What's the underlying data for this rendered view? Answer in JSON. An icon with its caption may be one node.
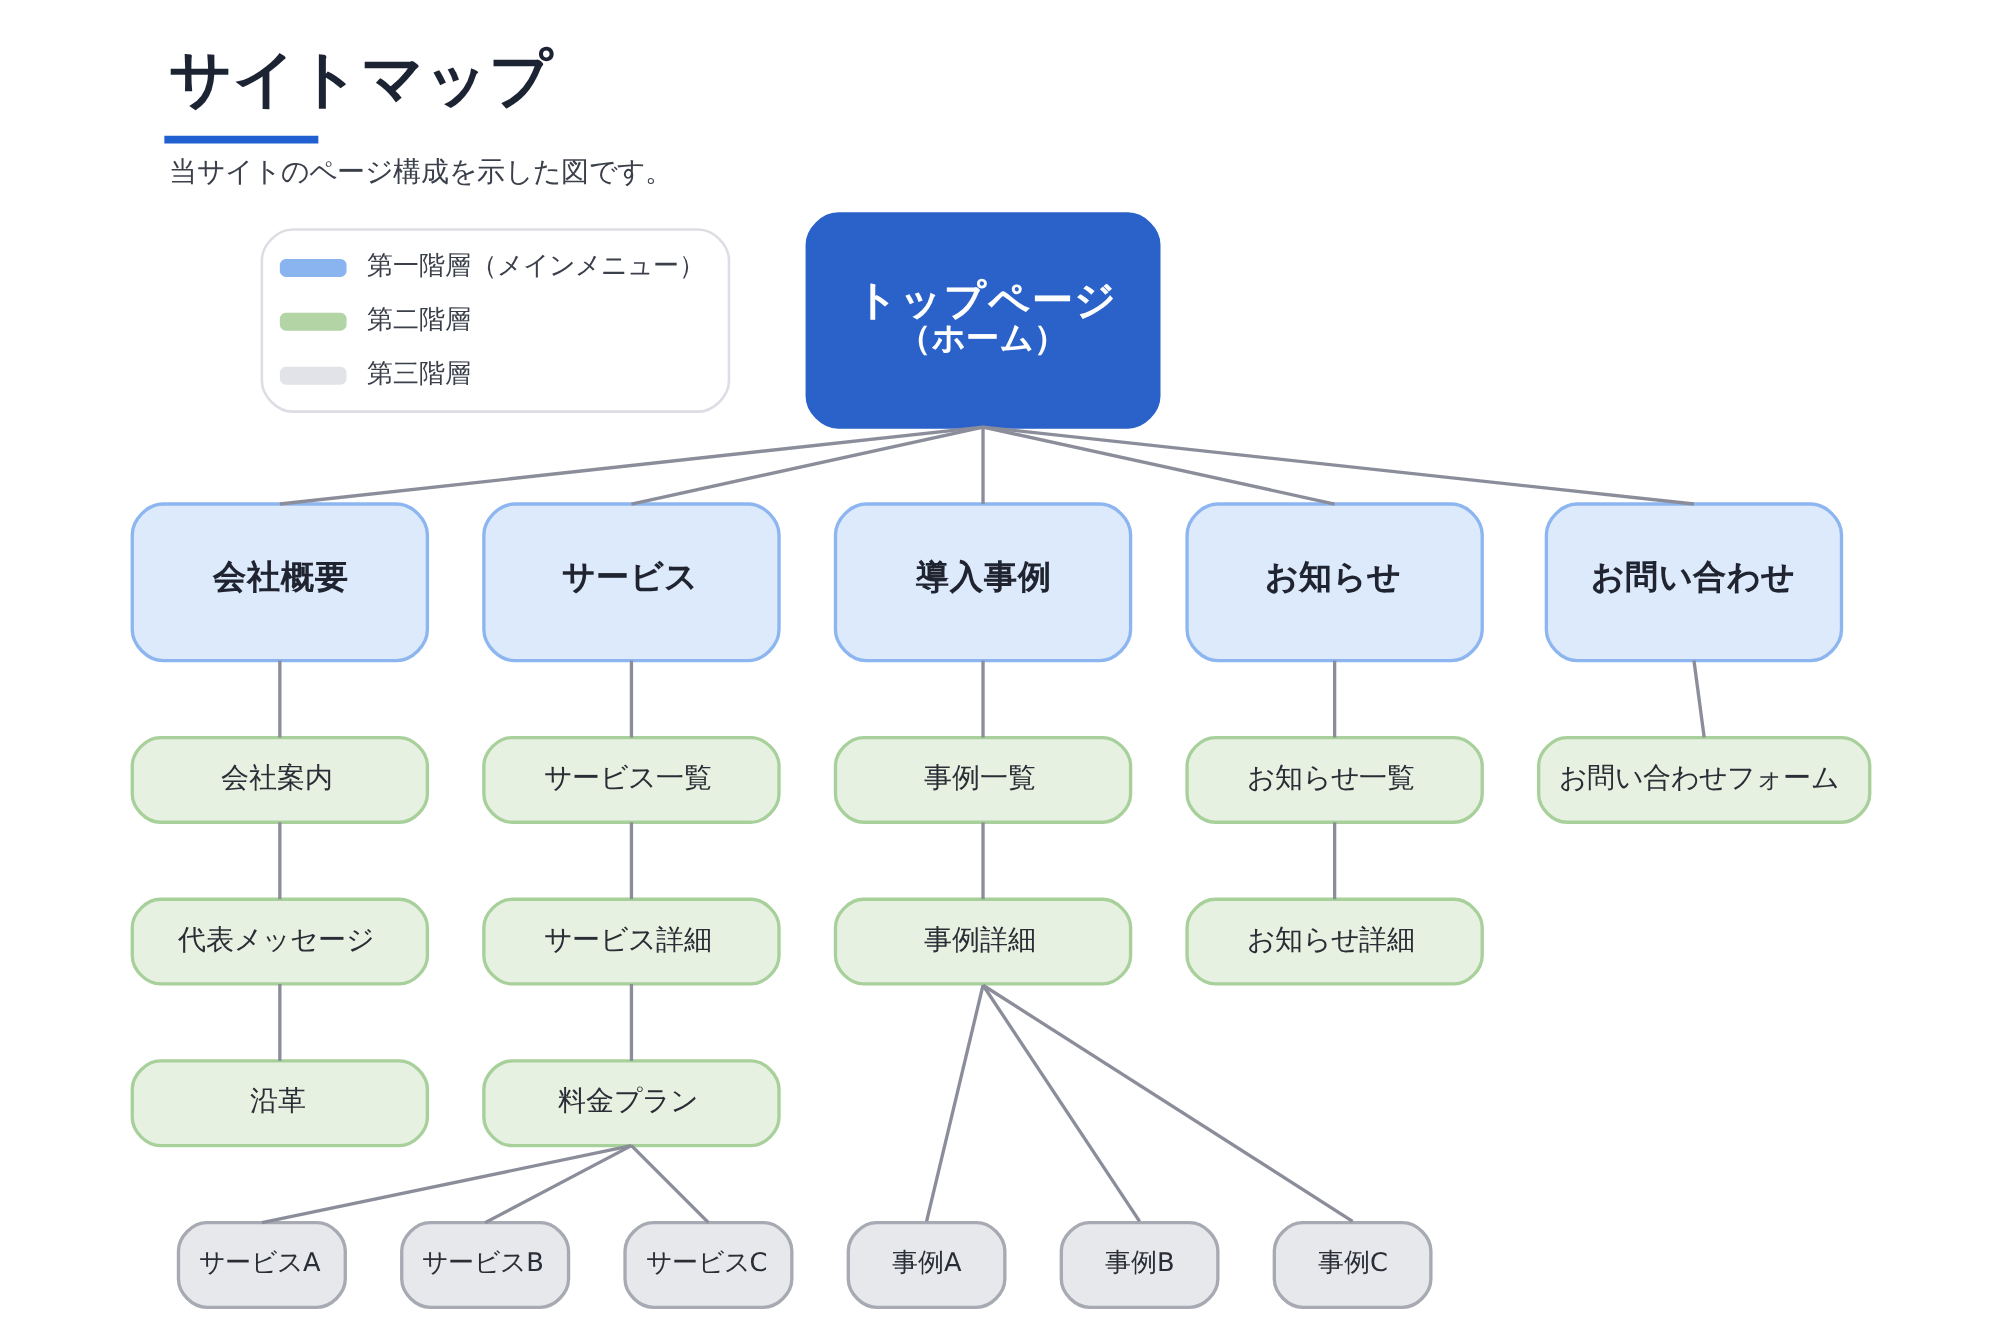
{
  "diagram": {
    "title": "サイトマップ",
    "caption": "当サイトのページ構成を示した図です。",
    "nodes": [
      {
        "text": [
          "トップページ",
          "（ホーム）"
        ]
      },
      {
        "text": [
          "会社概要"
        ]
      },
      {
        "text": [
          "サービス"
        ]
      },
      {
        "text": [
          "導入事例"
        ]
      },
      {
        "text": [
          "お知らせ"
        ]
      },
      {
        "text": [
          "お問い合わせ"
        ]
      },
      {
        "text": [
          "会社案内"
        ]
      },
      {
        "text": [
          "サービス一覧"
        ]
      },
      {
        "text": [
          "事例一覧"
        ]
      },
      {
        "text": [
          "お知らせ一覧"
        ]
      },
      {
        "text": [
          "お問い合わせフォーム"
        ]
      },
      {
        "text": [
          "代表メッセージ"
        ]
      },
      {
        "text": [
          "サービス詳細"
        ]
      },
      {
        "text": [
          "事例詳細"
        ]
      },
      {
        "text": [
          "お知らせ詳細"
        ]
      },
      {
        "text": [
          "沿革"
        ]
      },
      {
        "text": [
          "料金プラン"
        ]
      },
      {
        "text": [
          "サービスA"
        ]
      },
      {
        "text": [
          "サービスB"
        ]
      },
      {
        "text": [
          "サービスC"
        ]
      },
      {
        "text": [
          "事例A"
        ]
      },
      {
        "text": [
          "事例B"
        ]
      },
      {
        "text": [
          "事例C"
        ]
      }
    ],
    "edges": [
      {
        "from": 0,
        "to": 1,
        "arrow": "none"
      },
      {
        "from": 0,
        "to": 2,
        "arrow": "none"
      },
      {
        "from": 0,
        "to": 3,
        "arrow": "none"
      },
      {
        "from": 0,
        "to": 4,
        "arrow": "none"
      },
      {
        "from": 0,
        "to": 5,
        "arrow": "none"
      },
      {
        "from": 1,
        "to": 6,
        "arrow": "none"
      },
      {
        "from": 2,
        "to": 7,
        "arrow": "none"
      },
      {
        "from": 3,
        "to": 8,
        "arrow": "none"
      },
      {
        "from": 4,
        "to": 9,
        "arrow": "none"
      },
      {
        "from": 5,
        "to": 10,
        "arrow": "none"
      },
      {
        "from": 6,
        "to": 11,
        "arrow": "none"
      },
      {
        "from": 7,
        "to": 12,
        "arrow": "none"
      },
      {
        "from": 8,
        "to": 13,
        "arrow": "none"
      },
      {
        "from": 9,
        "to": 14,
        "arrow": "none"
      },
      {
        "from": 11,
        "to": 15,
        "arrow": "none"
      },
      {
        "from": 12,
        "to": 16,
        "arrow": "none"
      },
      {
        "from": 16,
        "to": 17,
        "arrow": "none"
      },
      {
        "from": 16,
        "to": 18,
        "arrow": "none"
      },
      {
        "from": 16,
        "to": 19,
        "arrow": "none"
      },
      {
        "from": 13,
        "to": 20,
        "arrow": "none"
      },
      {
        "from": 13,
        "to": 21,
        "arrow": "none"
      },
      {
        "from": 13,
        "to": 22,
        "arrow": "none"
      }
    ],
    "legend": [
      {
        "text": "第一階層（メインメニュー）",
        "color": "#8ab4f0"
      },
      {
        "text": "第二階層",
        "color": "#b3d4a5"
      },
      {
        "text": "第三階層",
        "color": "#e2e3e8"
      }
    ]
  }
}
